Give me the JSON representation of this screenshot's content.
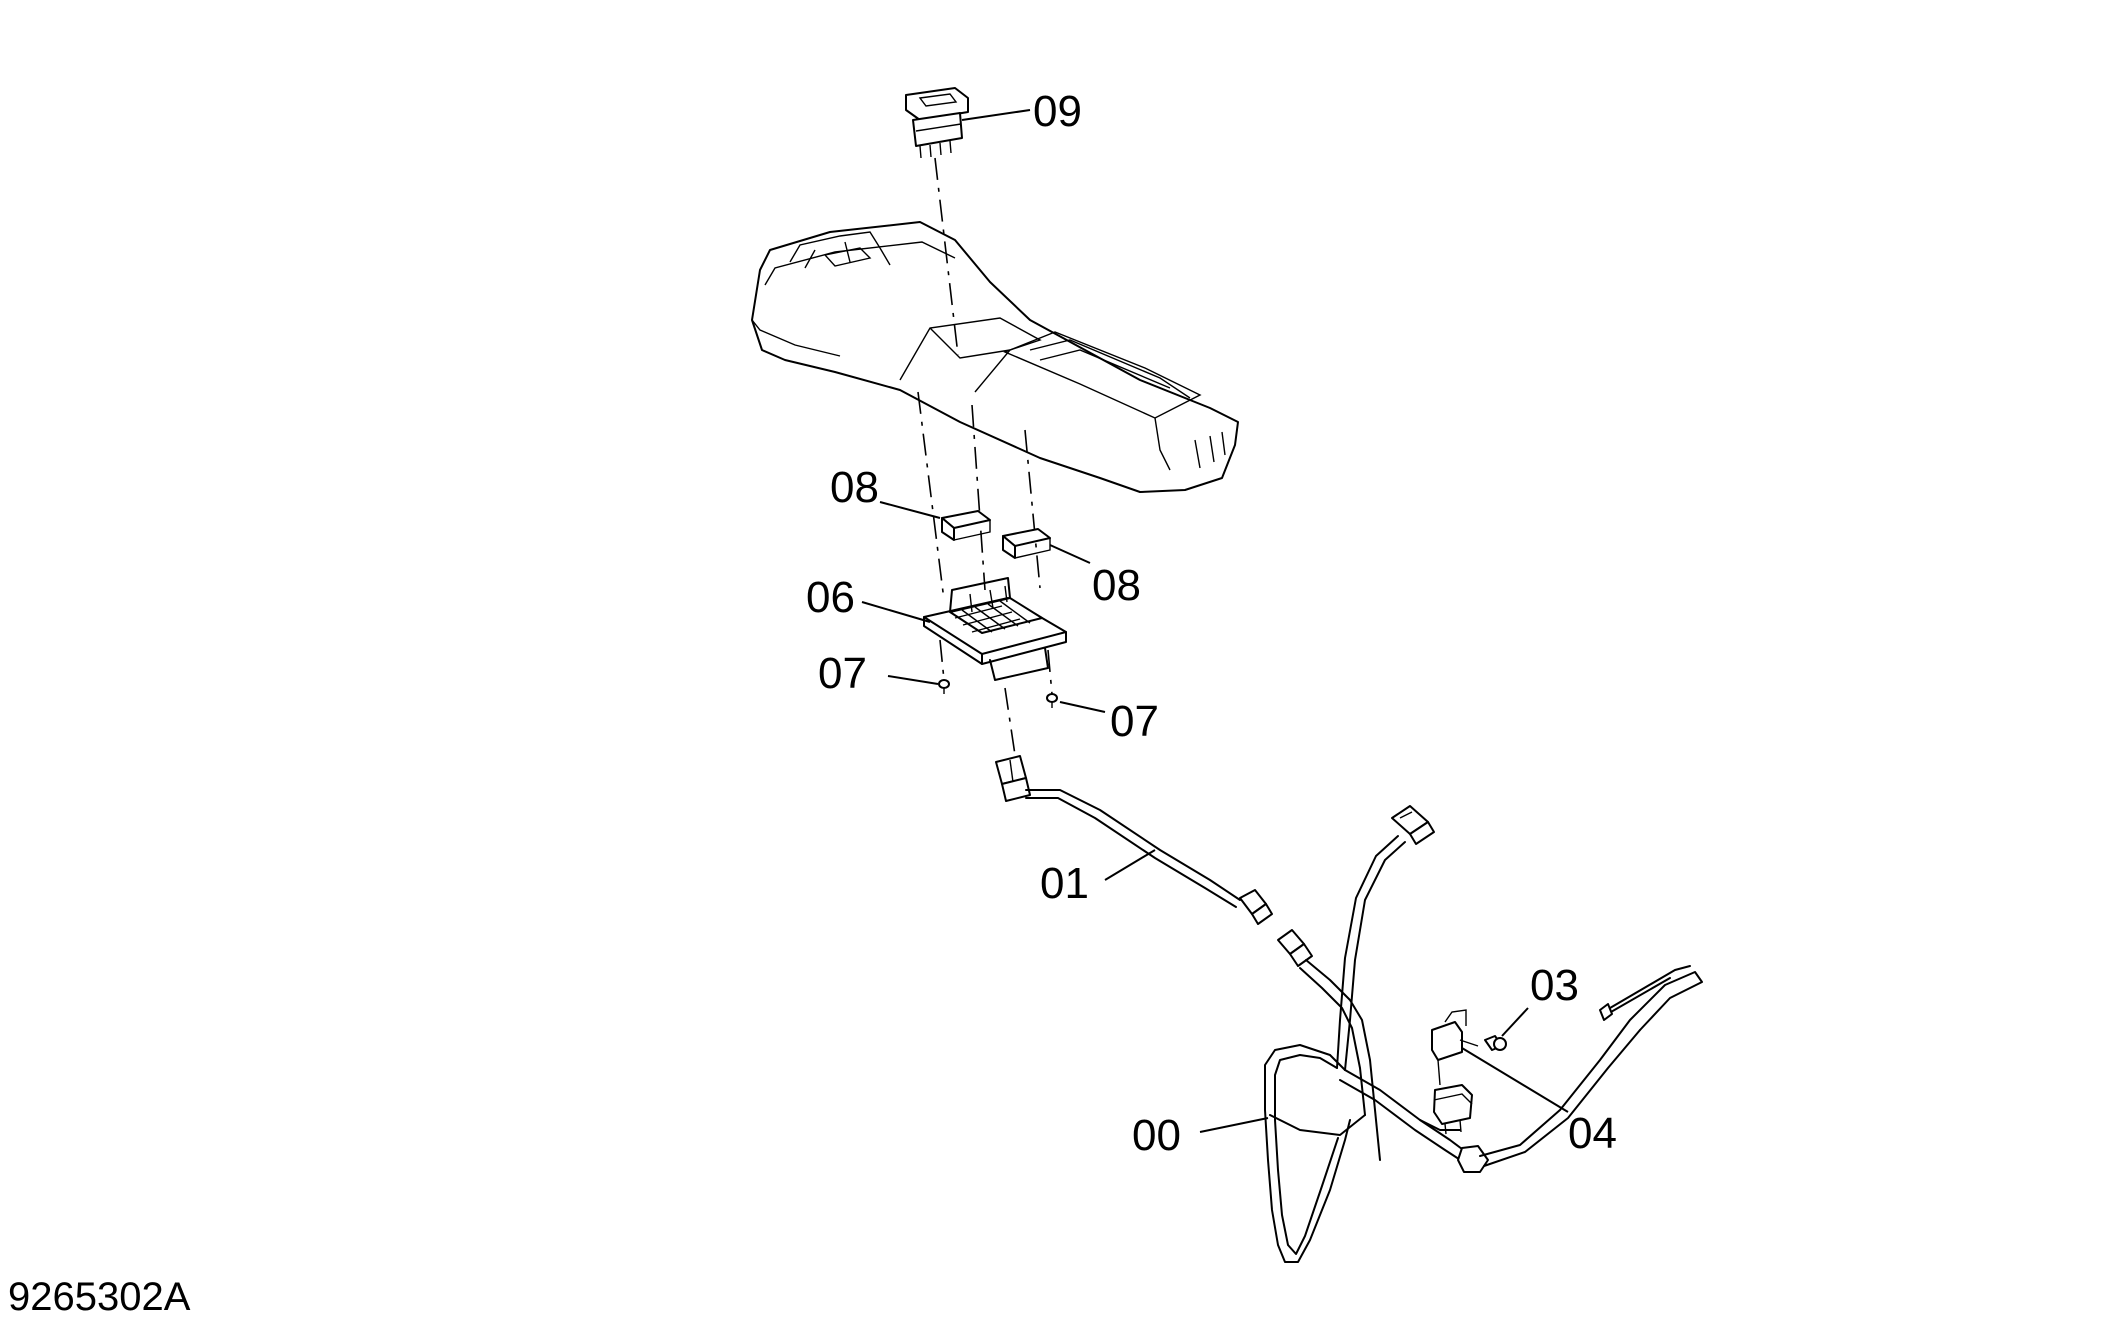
{
  "figure_id": "9265302A",
  "callouts": {
    "c00": "00",
    "c01": "01",
    "c03": "03",
    "c04": "04",
    "c06": "06",
    "c07a": "07",
    "c07b": "07",
    "c08a": "08",
    "c08b": "08",
    "c09": "09"
  }
}
